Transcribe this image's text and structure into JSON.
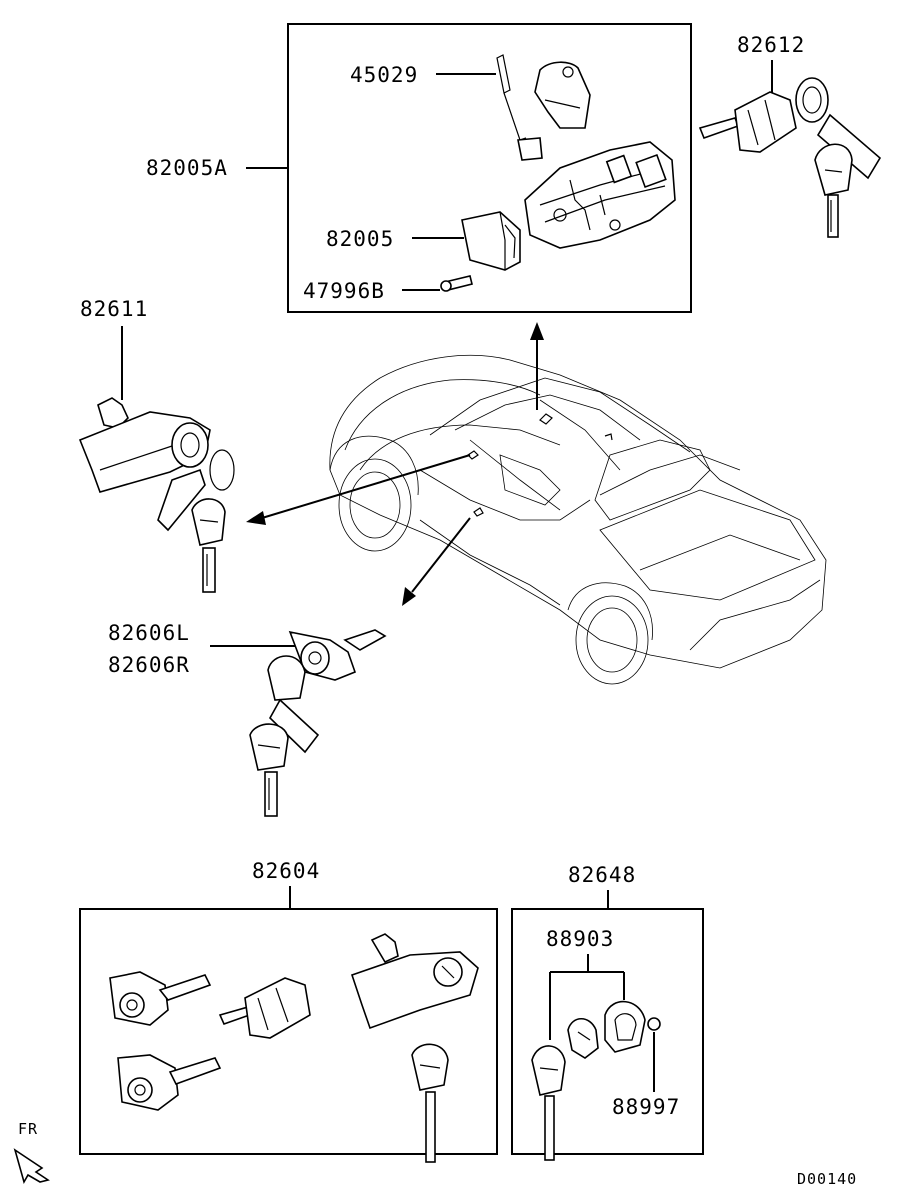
{
  "labels": {
    "p45029": "45029",
    "p82005A": "82005A",
    "p82005": "82005",
    "p47996B": "47996B",
    "p82612": "82612",
    "p82611": "82611",
    "p82606L": "82606L",
    "p82606R": "82606R",
    "p82604": "82604",
    "p82648": "82648",
    "p88903": "88903",
    "p88997": "88997"
  },
  "orientation": "FR",
  "figure_code": "D00140"
}
